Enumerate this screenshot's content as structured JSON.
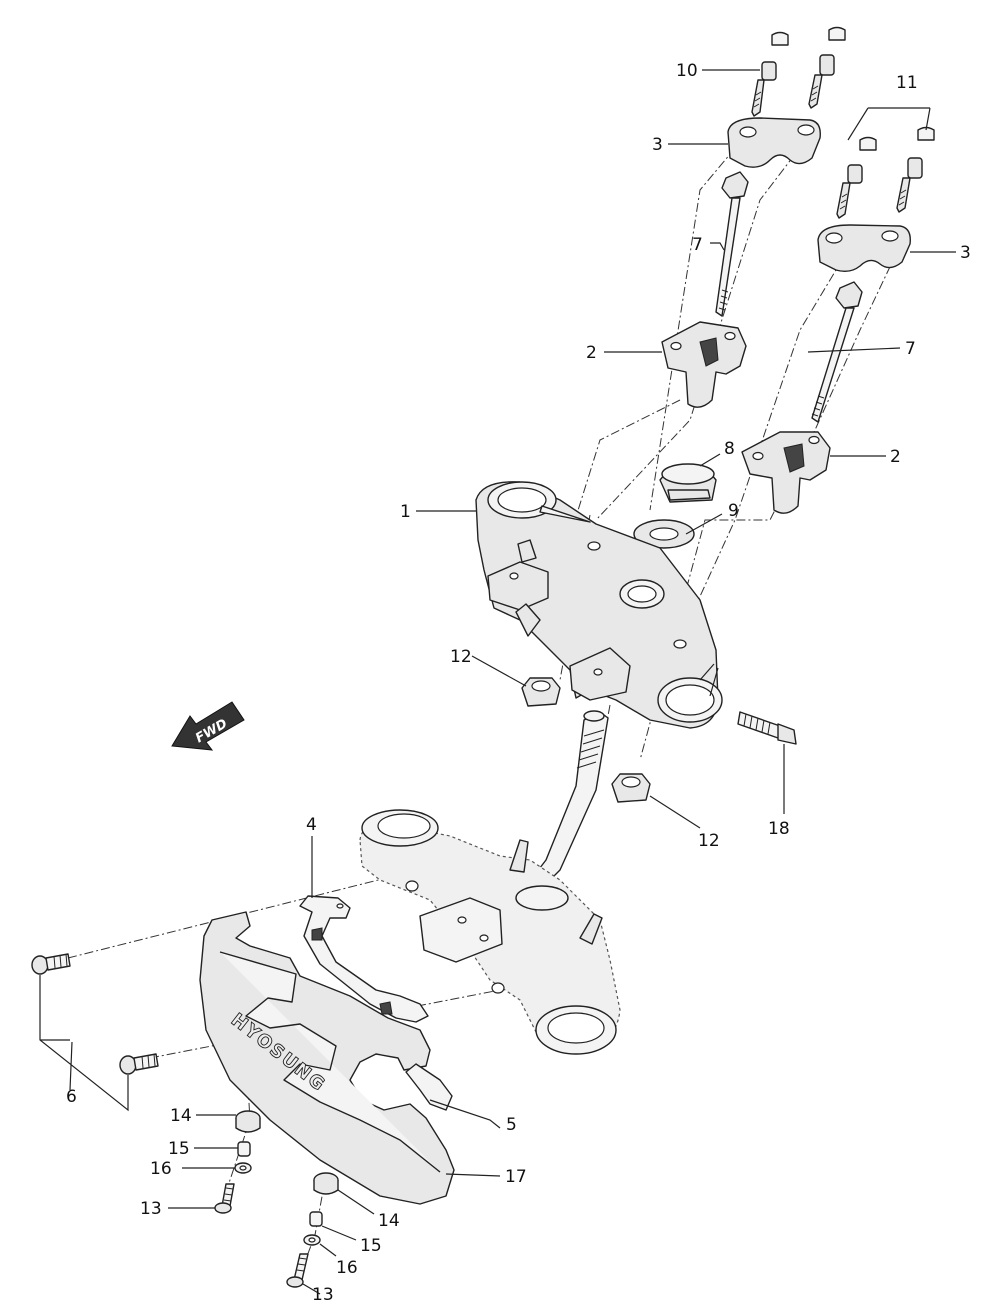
{
  "diagram": {
    "fwd_label": "FWD",
    "brand_text": "HYOSUNG",
    "callouts": [
      {
        "id": "c10",
        "text": "10"
      },
      {
        "id": "c11",
        "text": "11"
      },
      {
        "id": "c3a",
        "text": "3"
      },
      {
        "id": "c3b",
        "text": "3"
      },
      {
        "id": "c7a",
        "text": "7"
      },
      {
        "id": "c7b",
        "text": "7"
      },
      {
        "id": "c2a",
        "text": "2"
      },
      {
        "id": "c2b",
        "text": "2"
      },
      {
        "id": "c8",
        "text": "8"
      },
      {
        "id": "c9",
        "text": "9"
      },
      {
        "id": "c1",
        "text": "1"
      },
      {
        "id": "c12a",
        "text": "12"
      },
      {
        "id": "c12b",
        "text": "12"
      },
      {
        "id": "c18",
        "text": "18"
      },
      {
        "id": "c4",
        "text": "4"
      },
      {
        "id": "c6",
        "text": "6"
      },
      {
        "id": "c5",
        "text": "5"
      },
      {
        "id": "c14a",
        "text": "14"
      },
      {
        "id": "c14b",
        "text": "14"
      },
      {
        "id": "c15a",
        "text": "15"
      },
      {
        "id": "c15b",
        "text": "15"
      },
      {
        "id": "c16a",
        "text": "16"
      },
      {
        "id": "c16b",
        "text": "16"
      },
      {
        "id": "c17",
        "text": "17"
      },
      {
        "id": "c13a",
        "text": "13"
      },
      {
        "id": "c13b",
        "text": "13"
      }
    ]
  }
}
